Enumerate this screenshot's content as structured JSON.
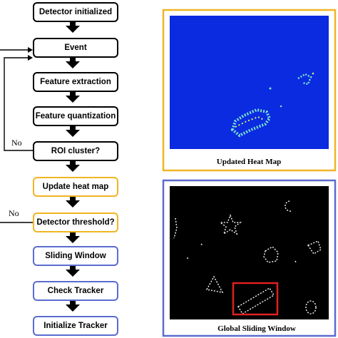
{
  "flowchart": {
    "steps": [
      {
        "id": "detector-initialized",
        "label": "Detector initialized",
        "border": "#000000"
      },
      {
        "id": "event",
        "label": "Event",
        "border": "#000000"
      },
      {
        "id": "feature-extraction",
        "label": "Feature extraction",
        "border": "#000000"
      },
      {
        "id": "feature-quantization",
        "label": "Feature quantization",
        "border": "#000000"
      },
      {
        "id": "roi-cluster",
        "label": "ROI cluster?",
        "border": "#000000"
      },
      {
        "id": "update-heat-map",
        "label": "Update heat map",
        "border": "#f0b523"
      },
      {
        "id": "detector-threshold",
        "label": "Detector threshold?",
        "border": "#f0b523"
      },
      {
        "id": "sliding-window",
        "label": "Sliding Window",
        "border": "#5b6ccf"
      },
      {
        "id": "check-tracker",
        "label": "Check Tracker",
        "border": "#5b6ccf"
      },
      {
        "id": "initialize-tracker",
        "label": "Initialize Tracker",
        "border": "#5b6ccf"
      }
    ],
    "no_label_1": "No",
    "no_label_2": "No"
  },
  "panels": {
    "heat_map": {
      "caption": "Updated Heat Map",
      "frame_color": "#f0b523",
      "map_color": "#0a2be0"
    },
    "sliding_window": {
      "caption": "Global Sliding Window",
      "frame_color": "#5b6ccf",
      "window_color": "#e02020"
    }
  },
  "colors": {
    "arrow": "#000000",
    "panel_bg": "#ffffff"
  }
}
